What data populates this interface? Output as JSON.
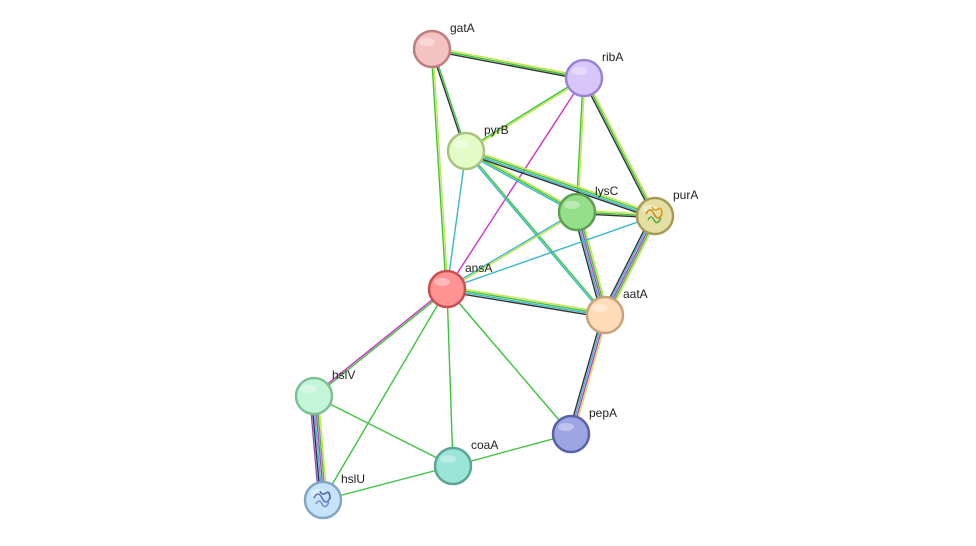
{
  "network": {
    "nodes": [
      {
        "id": "gatA",
        "label": "gatA",
        "color": "#f5c2c2",
        "stroke": "#c07c7c",
        "structure": false
      },
      {
        "id": "ribA",
        "label": "ribA",
        "color": "#d8c6fb",
        "stroke": "#9b83d3",
        "structure": false
      },
      {
        "id": "pyrB",
        "label": "pyrB",
        "color": "#e3fbc7",
        "stroke": "#a9c47e",
        "structure": false
      },
      {
        "id": "lysC",
        "label": "lysC",
        "color": "#96df8a",
        "stroke": "#5d9e53",
        "structure": false
      },
      {
        "id": "purA",
        "label": "purA",
        "color": "#e6dfa4",
        "stroke": "#a59c55",
        "structure": true
      },
      {
        "id": "ansA",
        "label": "ansA",
        "color": "#ff9393",
        "stroke": "#c94f4f",
        "structure": false
      },
      {
        "id": "aatA",
        "label": "aatA",
        "color": "#ffdcb8",
        "stroke": "#c9a27a",
        "structure": false
      },
      {
        "id": "hslV",
        "label": "hslV",
        "color": "#c3f5d8",
        "stroke": "#7fbf98",
        "structure": false
      },
      {
        "id": "pepA",
        "label": "pepA",
        "color": "#9ea5e3",
        "stroke": "#5a61a8",
        "structure": false
      },
      {
        "id": "coaA",
        "label": "coaA",
        "color": "#9be4d8",
        "stroke": "#5aa596",
        "structure": false
      },
      {
        "id": "hslU",
        "label": "hslU",
        "color": "#c7e3f9",
        "stroke": "#7fa8c7",
        "structure": true
      }
    ],
    "edges": [
      {
        "source": "gatA",
        "target": "ribA",
        "types": [
          "#c9e34a",
          "#3cc43c",
          "#333333"
        ]
      },
      {
        "source": "gatA",
        "target": "pyrB",
        "types": [
          "#3cc43c",
          "#333333"
        ]
      },
      {
        "source": "gatA",
        "target": "ansA",
        "types": [
          "#c9e34a",
          "#3cc43c"
        ]
      },
      {
        "source": "ribA",
        "target": "pyrB",
        "types": [
          "#c9e34a",
          "#3cc43c"
        ]
      },
      {
        "source": "ribA",
        "target": "lysC",
        "types": [
          "#c9e34a",
          "#3cc43c"
        ]
      },
      {
        "source": "ribA",
        "target": "purA",
        "types": [
          "#c9e34a",
          "#3cc43c",
          "#333333"
        ]
      },
      {
        "source": "ribA",
        "target": "ansA",
        "types": [
          "#cc33cc"
        ]
      },
      {
        "source": "pyrB",
        "target": "lysC",
        "types": [
          "#c9e34a",
          "#3cc43c",
          "#3ab7c9"
        ]
      },
      {
        "source": "pyrB",
        "target": "purA",
        "types": [
          "#c9e34a",
          "#3cc43c",
          "#3ab7c9",
          "#333333"
        ]
      },
      {
        "source": "pyrB",
        "target": "aatA",
        "types": [
          "#3cc43c",
          "#3ab7c9"
        ]
      },
      {
        "source": "pyrB",
        "target": "ansA",
        "types": [
          "#3ab7c9"
        ]
      },
      {
        "source": "lysC",
        "target": "purA",
        "types": [
          "#c9e34a",
          "#3cc43c",
          "#333333"
        ]
      },
      {
        "source": "lysC",
        "target": "aatA",
        "types": [
          "#c9e34a",
          "#3cc43c",
          "#cc33cc",
          "#3ab7c9",
          "#333333"
        ]
      },
      {
        "source": "lysC",
        "target": "ansA",
        "types": [
          "#c9e34a",
          "#3ab7c9"
        ]
      },
      {
        "source": "purA",
        "target": "aatA",
        "types": [
          "#c9e34a",
          "#3cc43c",
          "#cc33cc",
          "#3ab7c9",
          "#333333"
        ]
      },
      {
        "source": "purA",
        "target": "ansA",
        "types": [
          "#3ab7c9"
        ]
      },
      {
        "source": "ansA",
        "target": "aatA",
        "types": [
          "#c9e34a",
          "#3cc43c",
          "#3ab7c9",
          "#333333"
        ]
      },
      {
        "source": "ansA",
        "target": "hslV",
        "types": [
          "#3cc43c",
          "#cc33cc"
        ]
      },
      {
        "source": "ansA",
        "target": "coaA",
        "types": [
          "#3cc43c"
        ]
      },
      {
        "source": "ansA",
        "target": "pepA",
        "types": [
          "#3cc43c"
        ]
      },
      {
        "source": "ansA",
        "target": "hslU",
        "types": [
          "#3cc43c"
        ]
      },
      {
        "source": "aatA",
        "target": "pepA",
        "types": [
          "#c9e34a",
          "#cc33cc",
          "#3ab7c9",
          "#333333"
        ]
      },
      {
        "source": "hslV",
        "target": "hslU",
        "types": [
          "#c9e34a",
          "#3cc43c",
          "#cc33cc",
          "#3ab7c9",
          "#333333",
          "#8a4fd1"
        ]
      },
      {
        "source": "hslV",
        "target": "coaA",
        "types": [
          "#3cc43c"
        ]
      },
      {
        "source": "coaA",
        "target": "pepA",
        "types": [
          "#3cc43c"
        ]
      },
      {
        "source": "coaA",
        "target": "hslU",
        "types": [
          "#3cc43c"
        ]
      }
    ]
  }
}
